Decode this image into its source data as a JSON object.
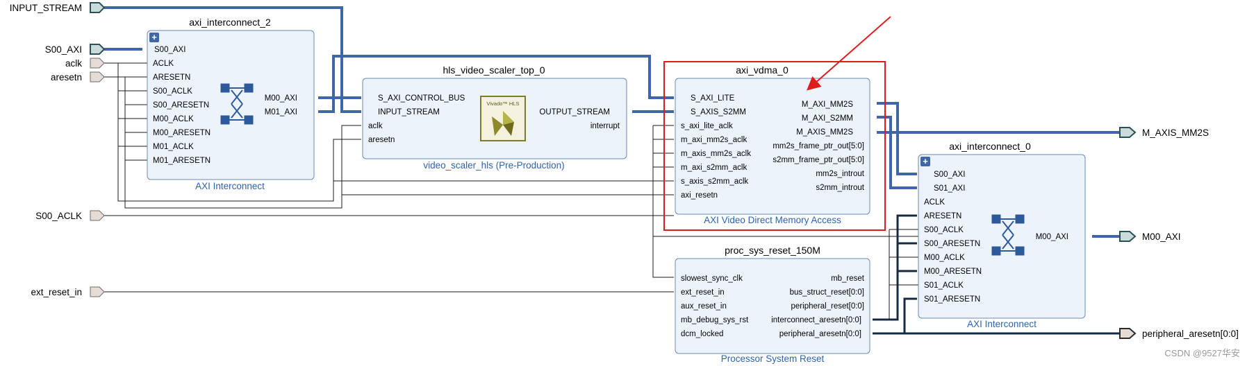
{
  "external_inputs": {
    "input_stream": "INPUT_STREAM",
    "s00_axi": "S00_AXI",
    "aclk": "aclk",
    "aresetn": "aresetn",
    "s00_aclk": "S00_ACLK",
    "ext_reset_in": "ext_reset_in"
  },
  "external_outputs": {
    "m_axis_mm2s": "M_AXIS_MM2S",
    "m00_axi": "M00_AXI",
    "peripheral_aresetn": "peripheral_aresetn[0:0]"
  },
  "axi_interconnect_2": {
    "title": "axi_interconnect_2",
    "subtitle": "AXI Interconnect",
    "left_ports": [
      "S00_AXI",
      "ACLK",
      "ARESETN",
      "S00_ACLK",
      "S00_ARESETN",
      "M00_ACLK",
      "M00_ARESETN",
      "M01_ACLK",
      "M01_ARESETN"
    ],
    "right_ports": [
      "M00_AXI",
      "M01_AXI"
    ]
  },
  "hls_video_scaler_top_0": {
    "title": "hls_video_scaler_top_0",
    "subtitle": "video_scaler_hls (Pre-Production)",
    "logo_text": "Vivado™ HLS",
    "left_ports": [
      "S_AXI_CONTROL_BUS",
      "INPUT_STREAM",
      "aclk",
      "aresetn"
    ],
    "right_ports": [
      "OUTPUT_STREAM",
      "interrupt"
    ]
  },
  "axi_vdma_0": {
    "title": "axi_vdma_0",
    "subtitle": "AXI Video Direct Memory Access",
    "left_ports": [
      "S_AXI_LITE",
      "S_AXIS_S2MM",
      "s_axi_lite_aclk",
      "m_axi_mm2s_aclk",
      "m_axis_mm2s_aclk",
      "m_axi_s2mm_aclk",
      "s_axis_s2mm_aclk",
      "axi_resetn"
    ],
    "right_ports": [
      "M_AXI_MM2S",
      "M_AXI_S2MM",
      "M_AXIS_MM2S",
      "mm2s_frame_ptr_out[5:0]",
      "s2mm_frame_ptr_out[5:0]",
      "mm2s_introut",
      "s2mm_introut"
    ]
  },
  "axi_interconnect_0": {
    "title": "axi_interconnect_0",
    "subtitle": "AXI Interconnect",
    "left_ports": [
      "S00_AXI",
      "S01_AXI",
      "ACLK",
      "ARESETN",
      "S00_ACLK",
      "S00_ARESETN",
      "M00_ACLK",
      "M00_ARESETN",
      "S01_ACLK",
      "S01_ARESETN"
    ],
    "right_ports": [
      "M00_AXI"
    ]
  },
  "proc_sys_reset_150M": {
    "title": "proc_sys_reset_150M",
    "subtitle": "Processor System Reset",
    "left_ports": [
      "slowest_sync_clk",
      "ext_reset_in",
      "aux_reset_in",
      "mb_debug_sys_rst",
      "dcm_locked"
    ],
    "right_ports": [
      "mb_reset",
      "bus_struct_reset[0:0]",
      "peripheral_reset[0:0]",
      "interconnect_aresetn[0:0]",
      "peripheral_aresetn[0:0]"
    ]
  },
  "watermark": "CSDN @9527华安",
  "colors": {
    "block_fill": "#edf3fb",
    "block_border": "#6a89b8",
    "bus": "#3f67a8",
    "net": "#1a1a1a",
    "subtitle": "#2e63b0",
    "highlight": "#e01b1b"
  }
}
